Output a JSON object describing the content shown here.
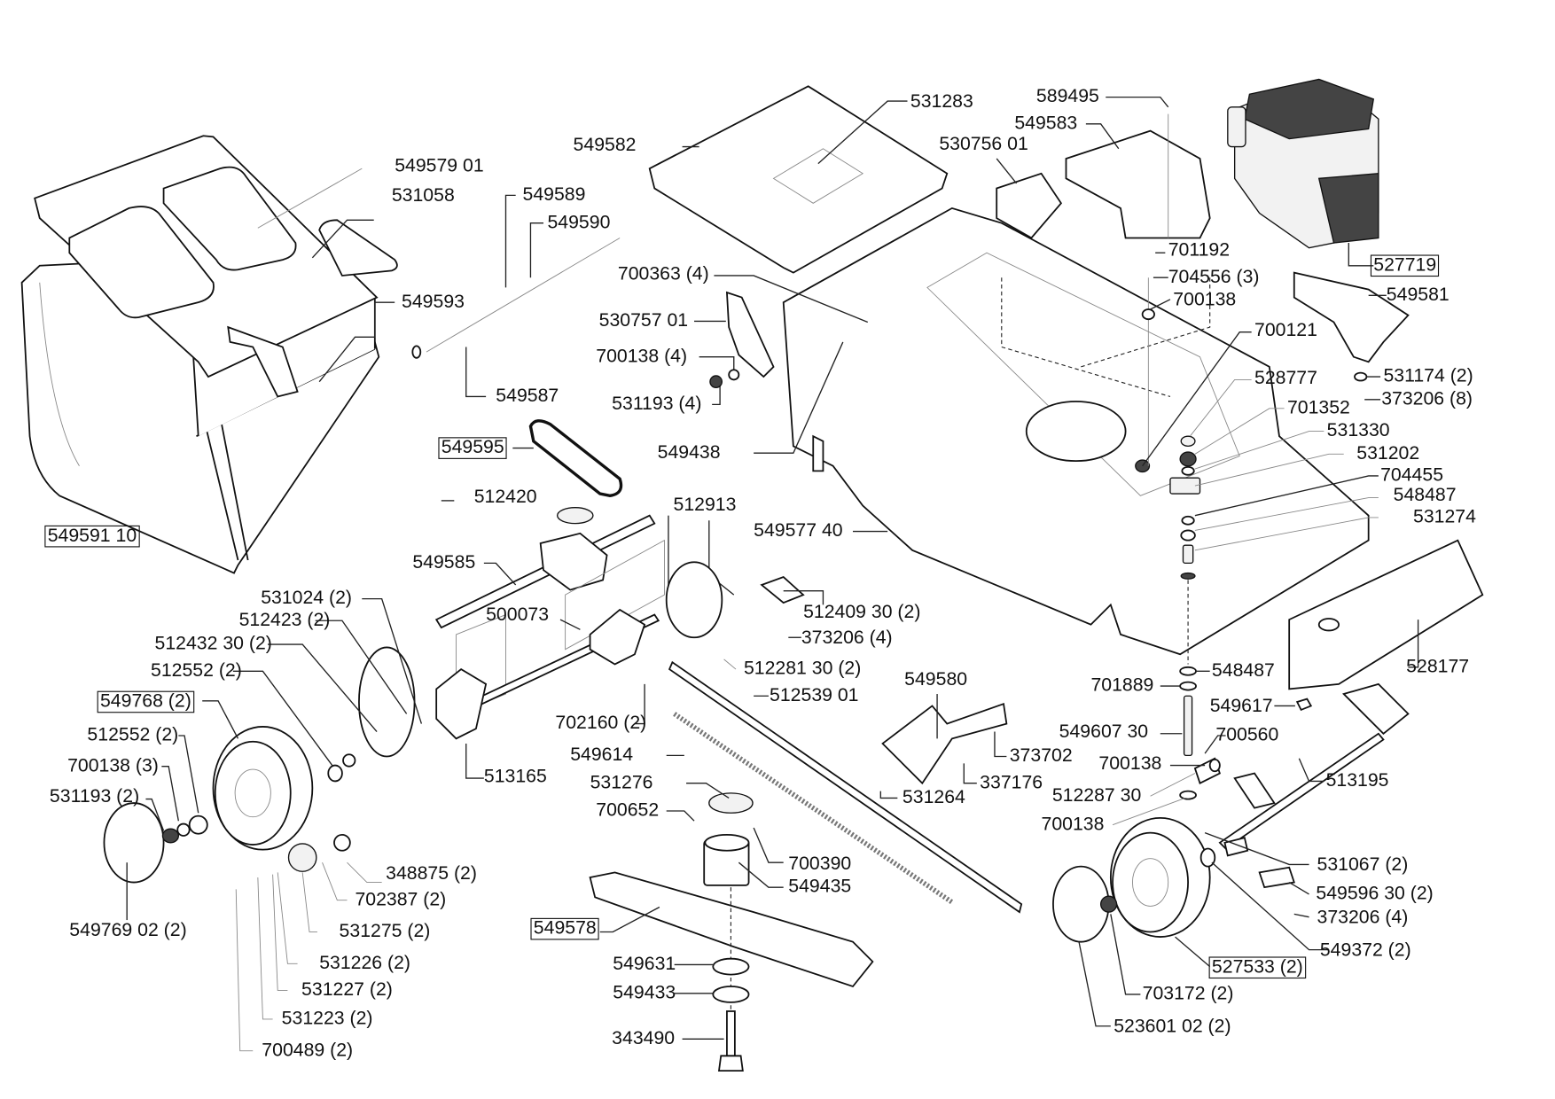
{
  "diagram": {
    "type": "exploded parts diagram",
    "subject": "lawn mower",
    "labels": [
      {
        "id": "l1",
        "text": "549579 01",
        "boxed": false
      },
      {
        "id": "l2",
        "text": "531058",
        "boxed": false
      },
      {
        "id": "l3",
        "text": "549589",
        "boxed": false
      },
      {
        "id": "l4",
        "text": "549590",
        "boxed": false
      },
      {
        "id": "l5",
        "text": "549593",
        "boxed": false
      },
      {
        "id": "l6",
        "text": "549587",
        "boxed": false
      },
      {
        "id": "l7",
        "text": "549595",
        "boxed": true
      },
      {
        "id": "l8",
        "text": "512420",
        "boxed": false
      },
      {
        "id": "l9",
        "text": "549591 10",
        "boxed": true
      },
      {
        "id": "l10",
        "text": "549585",
        "boxed": false
      },
      {
        "id": "l11",
        "text": "512913",
        "boxed": false
      },
      {
        "id": "l12",
        "text": "531024 (2)",
        "boxed": false
      },
      {
        "id": "l13",
        "text": "512423 (2)",
        "boxed": false
      },
      {
        "id": "l14",
        "text": "512432 30 (2)",
        "boxed": false
      },
      {
        "id": "l15",
        "text": "512552 (2)",
        "boxed": false
      },
      {
        "id": "l16",
        "text": "549768 (2)",
        "boxed": true
      },
      {
        "id": "l17",
        "text": "512552 (2)",
        "boxed": false
      },
      {
        "id": "l18",
        "text": "700138 (3)",
        "boxed": false
      },
      {
        "id": "l19",
        "text": "531193 (2)",
        "boxed": false
      },
      {
        "id": "l20",
        "text": "549769 02 (2)",
        "boxed": false
      },
      {
        "id": "l21",
        "text": "500073",
        "boxed": false
      },
      {
        "id": "l22",
        "text": "513165",
        "boxed": false
      },
      {
        "id": "l23",
        "text": "348875 (2)",
        "boxed": false
      },
      {
        "id": "l24",
        "text": "702387 (2)",
        "boxed": false
      },
      {
        "id": "l25",
        "text": "531275 (2)",
        "boxed": false
      },
      {
        "id": "l26",
        "text": "531226 (2)",
        "boxed": false
      },
      {
        "id": "l27",
        "text": "531227 (2)",
        "boxed": false
      },
      {
        "id": "l28",
        "text": "531223 (2)",
        "boxed": false
      },
      {
        "id": "l29",
        "text": "700489 (2)",
        "boxed": false
      },
      {
        "id": "l30",
        "text": "549582",
        "boxed": false
      },
      {
        "id": "l31",
        "text": "531283",
        "boxed": false
      },
      {
        "id": "l32",
        "text": "700363 (4)",
        "boxed": false
      },
      {
        "id": "l33",
        "text": "530757 01",
        "boxed": false
      },
      {
        "id": "l34",
        "text": "700138 (4)",
        "boxed": false
      },
      {
        "id": "l35",
        "text": "531193 (4)",
        "boxed": false
      },
      {
        "id": "l36",
        "text": "549438",
        "boxed": false
      },
      {
        "id": "l37",
        "text": "549577 40",
        "boxed": false
      },
      {
        "id": "l38",
        "text": "512409 30 (2)",
        "boxed": false
      },
      {
        "id": "l39",
        "text": "373206 (4)",
        "boxed": false
      },
      {
        "id": "l40",
        "text": "512281 30 (2)",
        "boxed": false
      },
      {
        "id": "l41",
        "text": "512539 01",
        "boxed": false
      },
      {
        "id": "l42",
        "text": "702160 (2)",
        "boxed": false
      },
      {
        "id": "l43",
        "text": "549614",
        "boxed": false
      },
      {
        "id": "l44",
        "text": "531276",
        "boxed": false
      },
      {
        "id": "l45",
        "text": "700652",
        "boxed": false
      },
      {
        "id": "l46",
        "text": "700390",
        "boxed": false
      },
      {
        "id": "l47",
        "text": "549435",
        "boxed": false
      },
      {
        "id": "l48",
        "text": "549578",
        "boxed": true
      },
      {
        "id": "l49",
        "text": "549631",
        "boxed": false
      },
      {
        "id": "l50",
        "text": "549433",
        "boxed": false
      },
      {
        "id": "l51",
        "text": "343490",
        "boxed": false
      },
      {
        "id": "l52",
        "text": "549580",
        "boxed": false
      },
      {
        "id": "l53",
        "text": "373702",
        "boxed": false
      },
      {
        "id": "l54",
        "text": "531264",
        "boxed": false
      },
      {
        "id": "l55",
        "text": "337176",
        "boxed": false
      },
      {
        "id": "l56",
        "text": "589495",
        "boxed": false
      },
      {
        "id": "l57",
        "text": "549583",
        "boxed": false
      },
      {
        "id": "l58",
        "text": "530756 01",
        "boxed": false
      },
      {
        "id": "l59",
        "text": "701192",
        "boxed": false
      },
      {
        "id": "l60",
        "text": "704556 (3)",
        "boxed": false
      },
      {
        "id": "l61",
        "text": "700138",
        "boxed": false
      },
      {
        "id": "l62",
        "text": "700121",
        "boxed": false
      },
      {
        "id": "l63",
        "text": "527719",
        "boxed": true
      },
      {
        "id": "l64",
        "text": "549581",
        "boxed": false
      },
      {
        "id": "l65",
        "text": "528777",
        "boxed": false
      },
      {
        "id": "l66",
        "text": "531174 (2)",
        "boxed": false
      },
      {
        "id": "l67",
        "text": "373206 (8)",
        "boxed": false
      },
      {
        "id": "l68",
        "text": "701352",
        "boxed": false
      },
      {
        "id": "l69",
        "text": "531330",
        "boxed": false
      },
      {
        "id": "l70",
        "text": "531202",
        "boxed": false
      },
      {
        "id": "l71",
        "text": "704455",
        "boxed": false
      },
      {
        "id": "l72",
        "text": "548487",
        "boxed": false
      },
      {
        "id": "l73",
        "text": "531274",
        "boxed": false
      },
      {
        "id": "l74",
        "text": "528177",
        "boxed": false
      },
      {
        "id": "l75",
        "text": "548487",
        "boxed": false
      },
      {
        "id": "l76",
        "text": "701889",
        "boxed": false
      },
      {
        "id": "l77",
        "text": "549617",
        "boxed": false
      },
      {
        "id": "l78",
        "text": "549607 30",
        "boxed": false
      },
      {
        "id": "l79",
        "text": "700560",
        "boxed": false
      },
      {
        "id": "l80",
        "text": "700138",
        "boxed": false
      },
      {
        "id": "l81",
        "text": "512287 30",
        "boxed": false
      },
      {
        "id": "l82",
        "text": "700138",
        "boxed": false
      },
      {
        "id": "l83",
        "text": "513195",
        "boxed": false
      },
      {
        "id": "l84",
        "text": "531067 (2)",
        "boxed": false
      },
      {
        "id": "l85",
        "text": "549596 30 (2)",
        "boxed": false
      },
      {
        "id": "l86",
        "text": "373206 (4)",
        "boxed": false
      },
      {
        "id": "l87",
        "text": "549372 (2)",
        "boxed": false
      },
      {
        "id": "l88",
        "text": "527533 (2)",
        "boxed": true
      },
      {
        "id": "l89",
        "text": "703172 (2)",
        "boxed": false
      },
      {
        "id": "l90",
        "text": "523601 02 (2)",
        "boxed": false
      }
    ]
  }
}
